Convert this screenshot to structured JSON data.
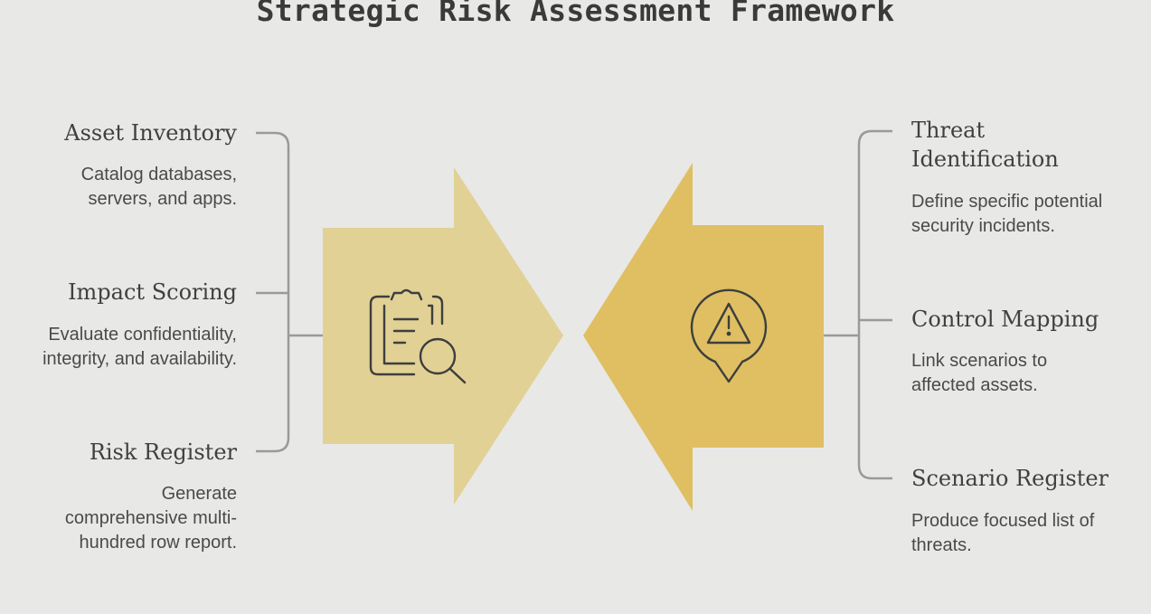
{
  "title": "Strategic Risk Assessment Framework",
  "left_steps": [
    {
      "title": "Asset Inventory",
      "description": "Catalog databases, servers, and apps."
    },
    {
      "title": "Impact Scoring",
      "description": "Evaluate confidentiality, integrity, and availability."
    },
    {
      "title": "Risk Register",
      "description": "Generate comprehensive multi-hundred row report."
    }
  ],
  "right_steps": [
    {
      "title": "Threat Identification",
      "description": "Define specific potential security incidents."
    },
    {
      "title": "Control Mapping",
      "description": "Link scenarios to affected assets."
    },
    {
      "title": "Scenario Register",
      "description": "Produce focused list of threats."
    }
  ],
  "left_arrow": {
    "icon": "clipboard-search-icon",
    "color": "#e1d195"
  },
  "right_arrow": {
    "icon": "warning-pin-icon",
    "color": "#dfbf62"
  },
  "connector_color": "#9a9a9a",
  "icon_color": "#3e3e3e"
}
